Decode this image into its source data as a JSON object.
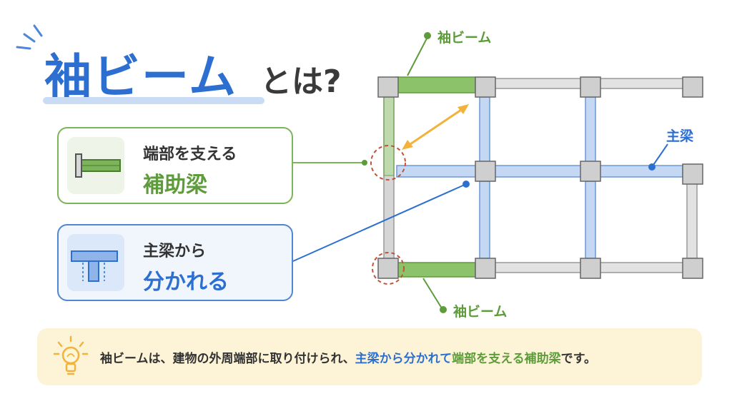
{
  "title": {
    "main": "袖ビーム",
    "suffix": "とは?"
  },
  "cards": {
    "green": {
      "line1": "端部を支える",
      "line2": "補助梁"
    },
    "blue": {
      "line1": "主梁から",
      "line2": "分かれる"
    }
  },
  "diagram": {
    "label_top": "袖ビーム",
    "label_bottom": "袖ビーム",
    "label_main_beam": "主梁"
  },
  "note": {
    "part1": "袖ビームは、建物の外周端部に取り付けられ、",
    "part2_blue": "主梁から分かれて",
    "part3_green": "端部を支える補助梁",
    "part4": "です。"
  },
  "colors": {
    "blue": "#2c6fd1",
    "green": "#5e9c3b",
    "gray": "#bdbdbd",
    "note_bg": "#fdf4d8"
  },
  "icons": [
    "sparkle-icon",
    "beam-section-icon",
    "lightbulb-icon",
    "double-arrow-icon"
  ]
}
